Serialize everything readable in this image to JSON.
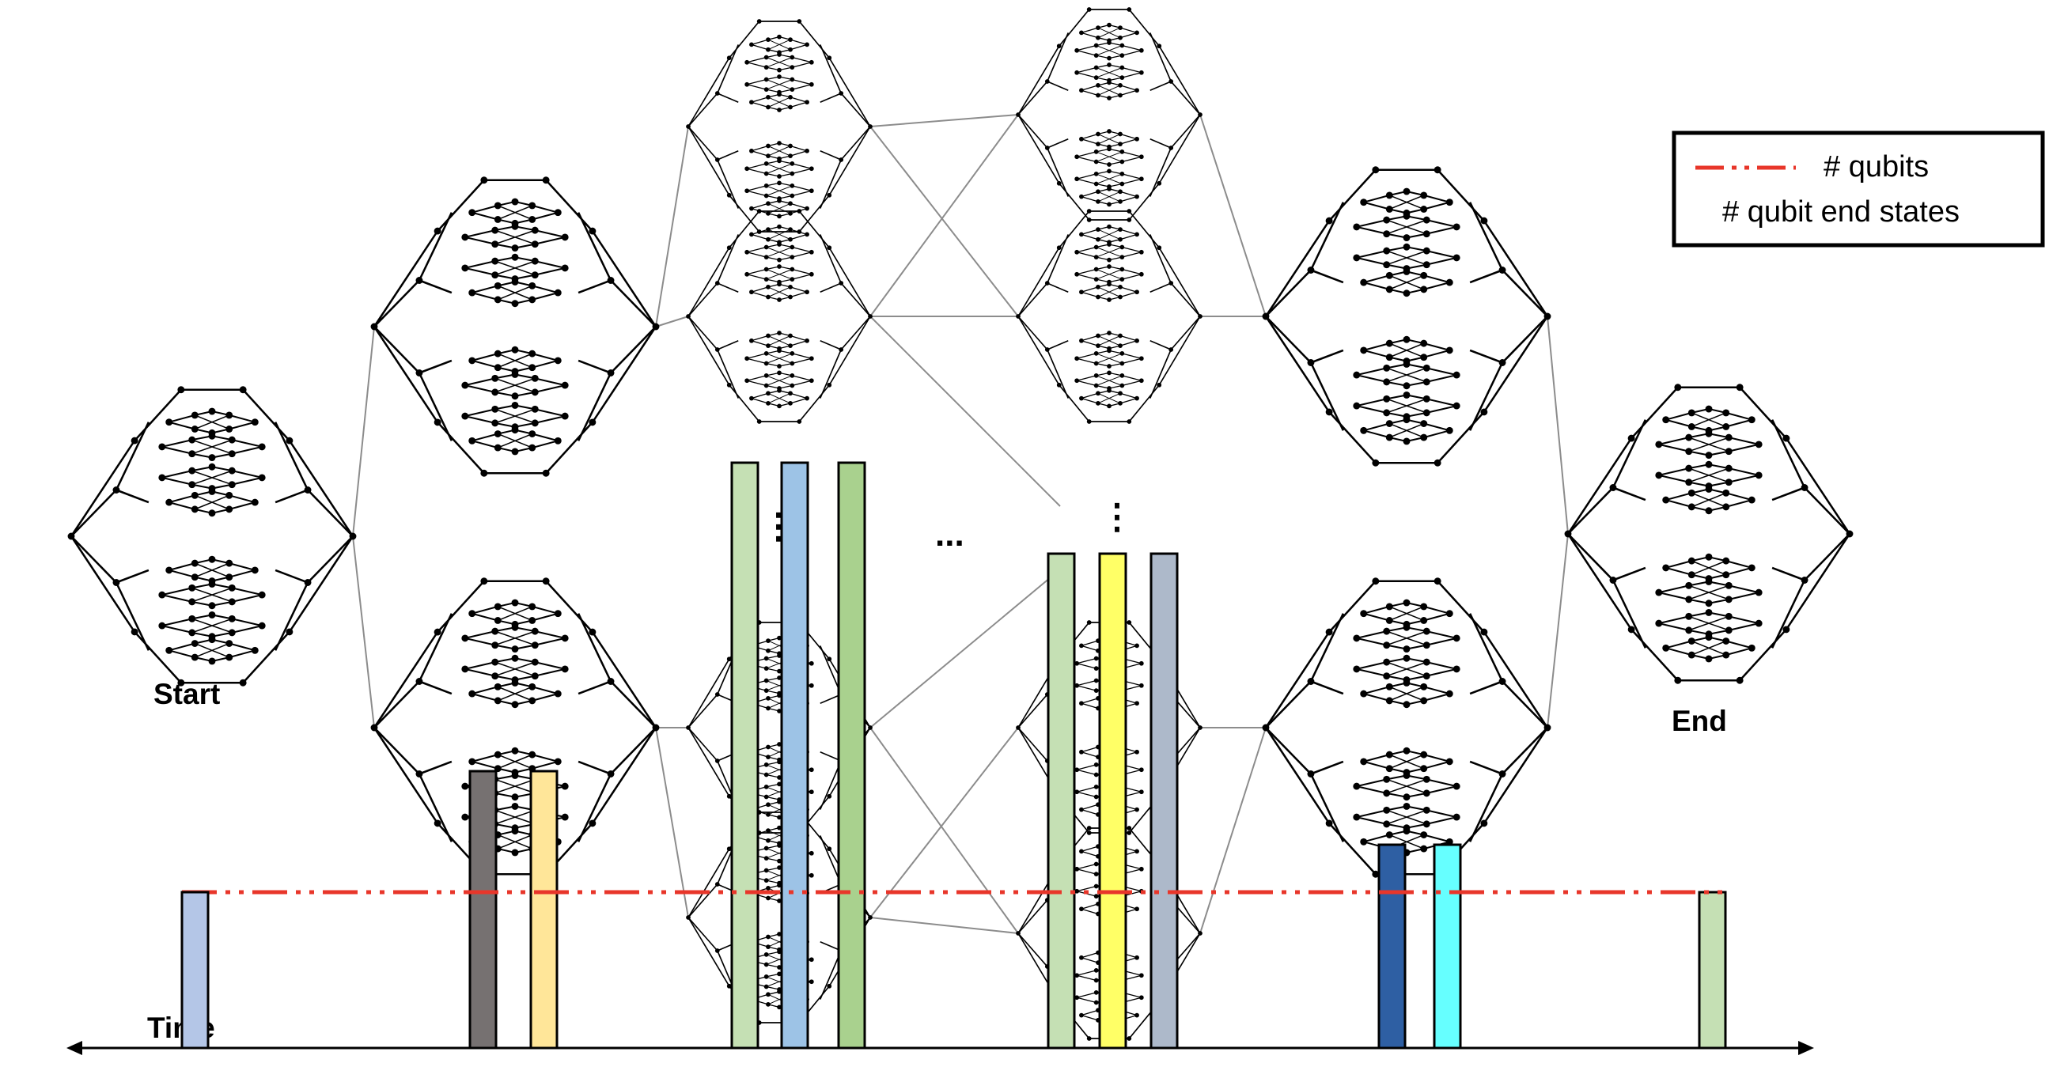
{
  "labels": {
    "start": "Start",
    "end": "End",
    "time_axis": "Time"
  },
  "legend": {
    "qubits_label": "# qubits",
    "end_states_label": "# qubit end states",
    "qubits_line_color": "#e8362a"
  },
  "ellipsis_marks": {
    "horizontal": "...",
    "vertical": "⋮"
  },
  "bar_groups": [
    {
      "group": "start",
      "colors": [
        "#b4c6e7"
      ]
    },
    {
      "group": "after-split-1",
      "colors": [
        "#767171",
        "#ffe699"
      ]
    },
    {
      "group": "middle-left",
      "colors": [
        "#c5e0b4",
        "#9dc3e6",
        "#a9d18e"
      ]
    },
    {
      "group": "middle-right",
      "colors": [
        "#c5e0b4",
        "#ffff66",
        "#adb9ca"
      ]
    },
    {
      "group": "after-merge",
      "colors": [
        "#2e5fa3",
        "#66ffff"
      ]
    },
    {
      "group": "end",
      "colors": [
        "#c5e0b4"
      ]
    }
  ]
}
